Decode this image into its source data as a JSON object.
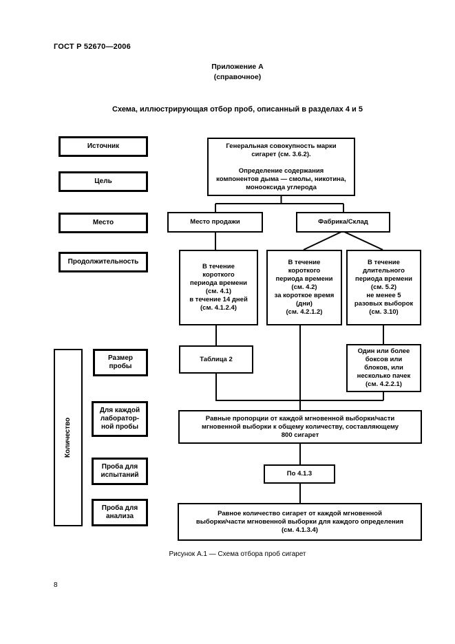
{
  "page": {
    "doc_number": "ГОСТ Р 52670—2006",
    "appendix": "Приложение А",
    "appendix_note": "(справочное)",
    "title": "Схема, иллюстрирующая отбор проб, описанный в разделах 4 и 5",
    "caption": "Рисунок А.1 — Схема отбора проб сигарет",
    "page_number": "8"
  },
  "diagram": {
    "row_labels": {
      "source": "Источник",
      "goal": "Цель",
      "place": "Место",
      "duration": "Продолжительность",
      "sample_size": "Размер\nпробы",
      "quantity": "Количество",
      "lab_sample": "Для каждой\nлаборатор-\nной пробы",
      "test_sample": "Проба для\nиспытаний",
      "analysis_sample": "Проба для\nанализа"
    },
    "nodes": {
      "population": "Генеральная совокупность марки\nсигарет (см. 3.6.2).\n\nОпределение содержания\nкомпонентов дыма — смолы, никотина,\nмонооксида углерода",
      "sale_place": "Место продажи",
      "factory": "Фабрика/Склад",
      "short_period_41": "В течение\nкороткого\nпериода времени\n(см. 4.1)\nв течение 14 дней\n(см. 4.1.2.4)",
      "short_period_42": "В течение\nкороткого\nпериода времени\n(см. 4.2)\nза короткое время\n(дни)\n(см. 4.2.1.2)",
      "long_period_52": "В течение\nдлительного\nпериода времени\n(см. 5.2)\nне менее 5\nразовых выборок\n(см. 3.10)",
      "table2": "Таблица 2",
      "boxes_packs": "Один или более\nбоксов или\nблоков, или\nнесколько пачек\n(см. 4.2.2.1)",
      "equal_proportions": "Равные пропорции от каждой мгновенной выборки/части\nмгновенной выборки к общему количеству, составляющему\n800 сигарет",
      "per_413": "По 4.1.3",
      "equal_quantity": "Равное количество сигарет от каждой мгновенной\nвыборки/части мгновенной выборки для каждого определения\n(см. 4.1.3.4)"
    },
    "colors": {
      "line": "#000000",
      "background": "#ffffff"
    }
  }
}
